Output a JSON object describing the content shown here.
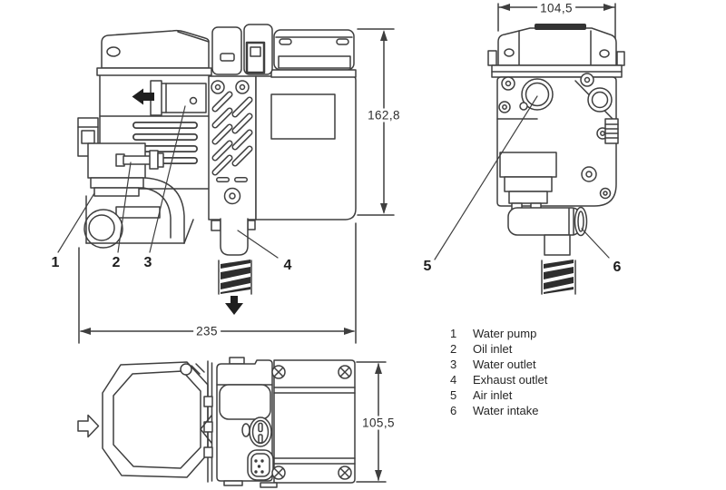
{
  "figure": {
    "type": "technical-drawing",
    "subject": "Heater unit three-view dimensional drawing",
    "background": "#ffffff",
    "line_color": "#3f3f3f",
    "arrow_color": "#1f1f1f"
  },
  "dimensions": {
    "front_width": "235",
    "front_height": "162,8",
    "side_width": "104,5",
    "top_depth": "105,5"
  },
  "callouts": {
    "c1": "1",
    "c2": "2",
    "c3": "3",
    "c4": "4",
    "c5": "5",
    "c6": "6"
  },
  "legend": {
    "items": [
      {
        "num": "1",
        "label": "Water pump"
      },
      {
        "num": "2",
        "label": "Oil inlet"
      },
      {
        "num": "3",
        "label": "Water outlet"
      },
      {
        "num": "4",
        "label": "Exhaust outlet"
      },
      {
        "num": "5",
        "label": "Air inlet"
      },
      {
        "num": "6",
        "label": "Water intake"
      }
    ]
  }
}
